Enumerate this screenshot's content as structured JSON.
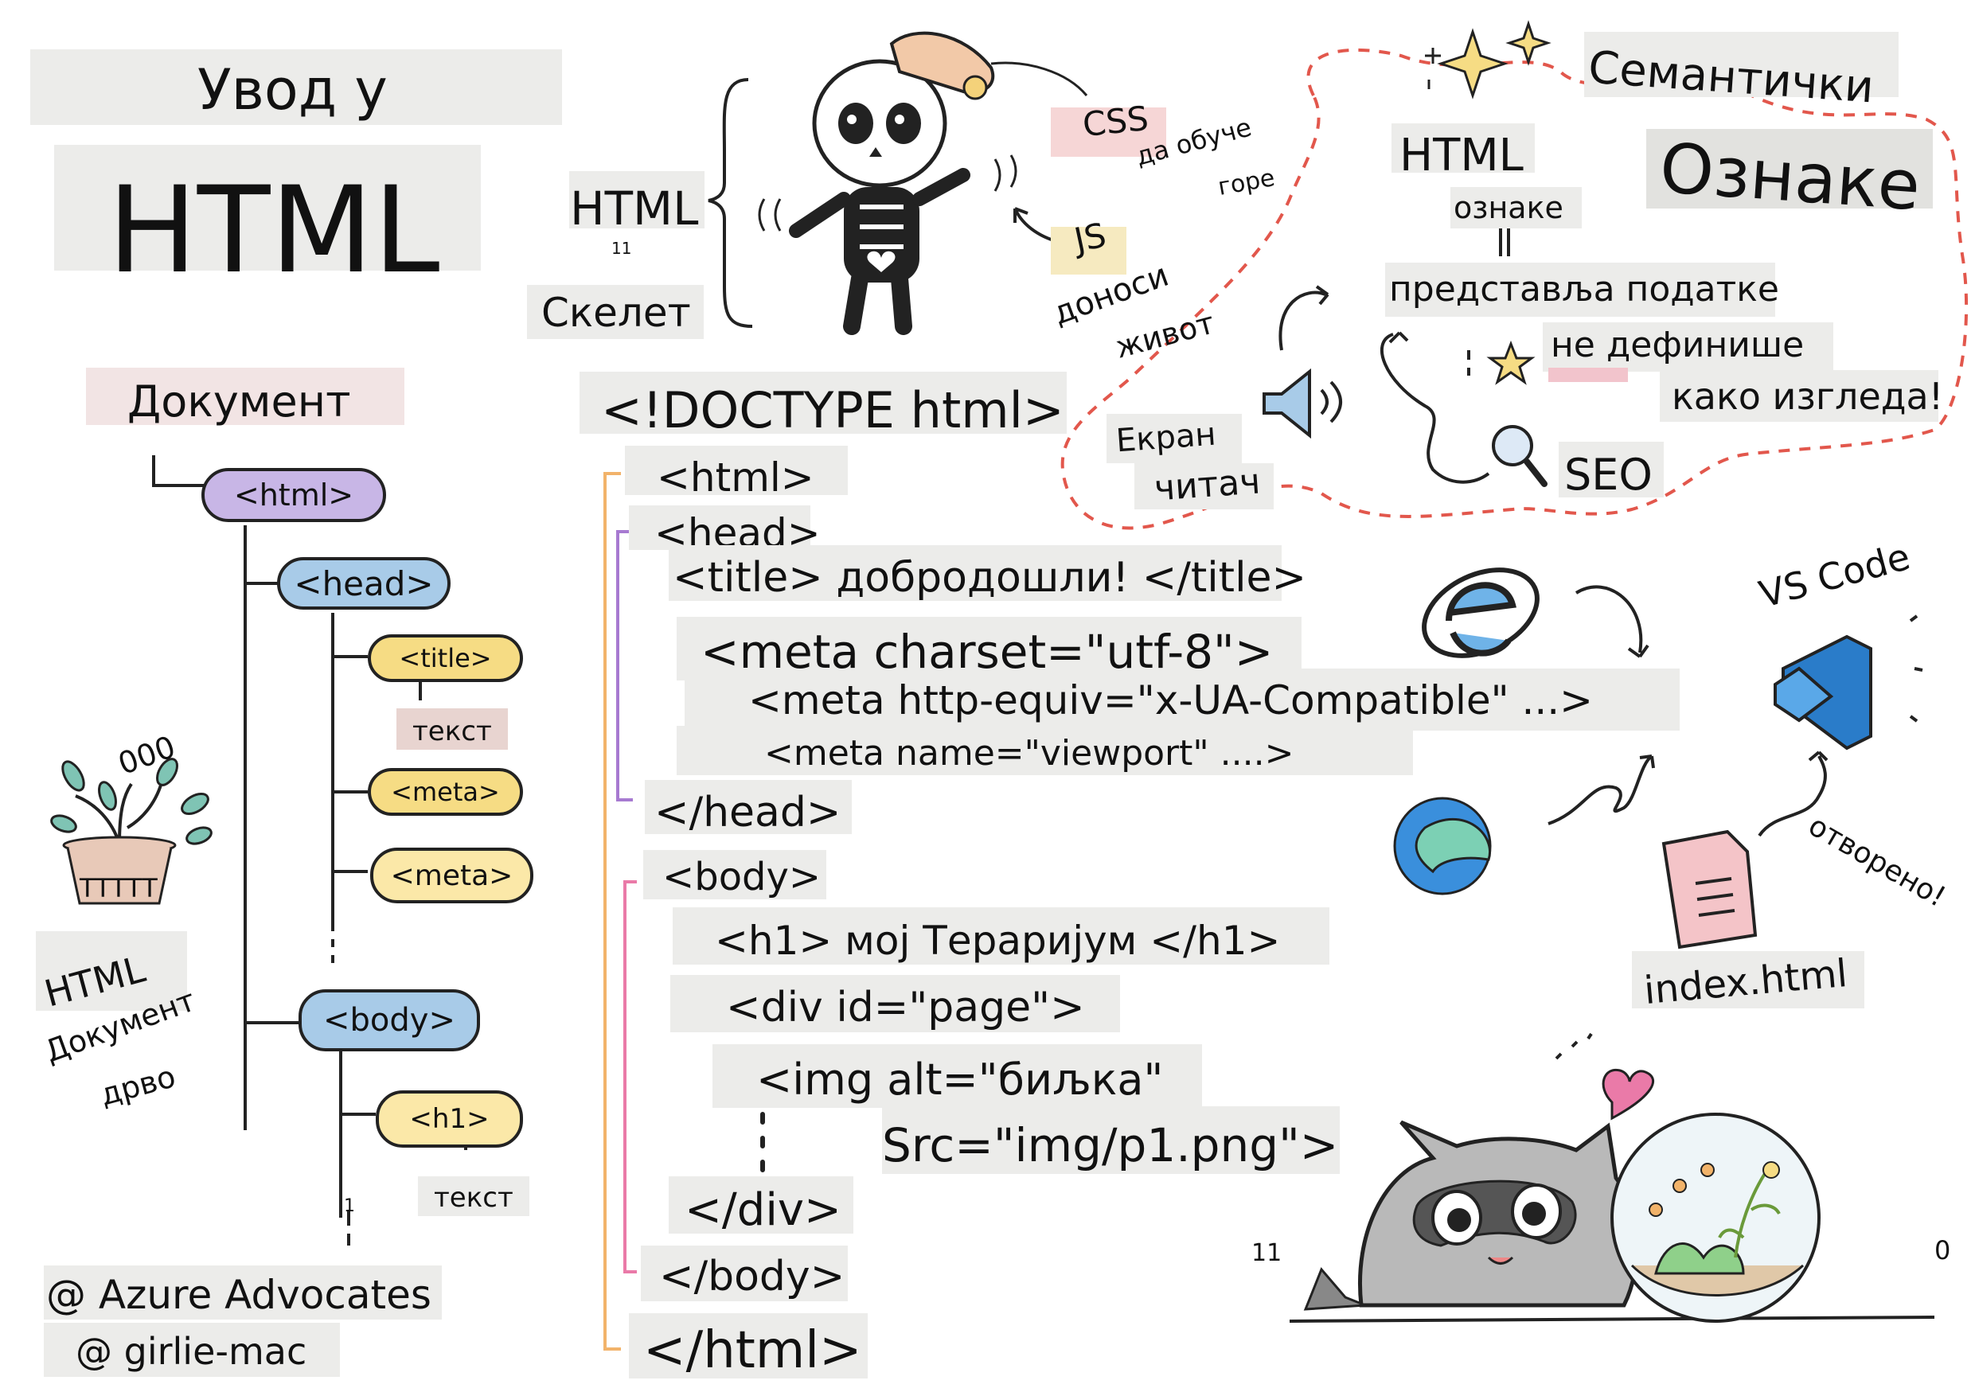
{
  "title": {
    "line1": "Увод у",
    "line2": "HTML"
  },
  "skeleton": {
    "html_label": "HTML",
    "skeleton_label": "Скелет",
    "css_label": "CSS",
    "css_note": "да обуче",
    "css_note2": "горе",
    "js_label": "JS",
    "js_note": "доноси",
    "js_note2": "живот"
  },
  "semantic": {
    "title_line1": "Семантички",
    "title_line2": "Ознаке",
    "html_tags": "HTML",
    "tags_word": "ознаке",
    "represents": "представља податке",
    "not_defining": "не дефинише",
    "how_looks": "како изгледа!",
    "screen": "Екран",
    "reader": "читач",
    "seo": "SEO"
  },
  "tree": {
    "document": "Документ",
    "html": "<html>",
    "head": "<head>",
    "title": "<title>",
    "title_text": "текст",
    "meta1": "<meta>",
    "meta2": "<meta>",
    "body": "<body>",
    "h1": "<h1>",
    "h1_text": "текст",
    "caption1": "HTML",
    "caption2": "Документ",
    "caption3": "дрво",
    "pot_label": "ТТТТТ"
  },
  "code": {
    "doctype": "<!DOCTYPE html>",
    "html_open": "<html>",
    "head_open": "<head>",
    "title_line": "<title> добродошли! </title>",
    "meta_charset": "<meta charset=\"utf-8\">",
    "meta_compat": "<meta http-equiv=\"x-UA-Compatible\" ...>",
    "meta_viewport": "<meta name=\"viewport\" ....>",
    "head_close": "</head>",
    "body_open": "<body>",
    "h1_line": "<h1> мој Тераријум </h1>",
    "div_open": "<div id=\"page\">",
    "img_line1": "<img alt=\"биљка\"",
    "img_line2": "Src=\"img/p1.png\">",
    "div_close": "</div>",
    "body_close": "</body>",
    "html_close": "</html>"
  },
  "tools": {
    "vscode": "VS Code",
    "opened": "отворено!",
    "index": "index.html"
  },
  "credits": {
    "line1": "@ Azure Advocates",
    "line2": "@ girlie-mac"
  },
  "colors": {
    "purple": "#c8b6e6",
    "blue": "#a8cbe8",
    "yellow": "#f6dc84",
    "light_yellow": "#fbe8a8",
    "red_dash": "#e2574c",
    "orange_bracket": "#f2b36a",
    "purple_bracket": "#a77ad1",
    "pink_bracket": "#ea7aa8"
  },
  "icons": [
    "skeleton-icon",
    "speaker-icon",
    "magnifier-icon",
    "ie-browser-icon",
    "edge-browser-icon",
    "vscode-icon",
    "file-icon",
    "raccoon-icon",
    "terrarium-icon",
    "plant-icon",
    "heart-icon",
    "sparkle-icon"
  ]
}
